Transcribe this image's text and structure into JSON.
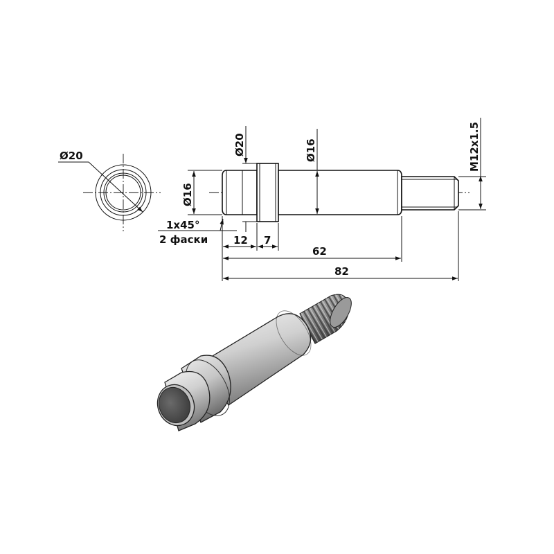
{
  "drawing": {
    "diameter_end_view": "Ø20",
    "diameter_collar": "Ø20",
    "diameter_shaft": "Ø16",
    "diameter_head": "Ø16",
    "thread": "M12x1.5",
    "chamfer": "1x45°",
    "chamfer_note": "2 фаски",
    "length_head": "12",
    "length_collar": "7",
    "length_to_shoulder": "62",
    "length_total": "82"
  },
  "colors": {
    "line": "#111111",
    "metal_light": "#e2e2e2",
    "metal_mid": "#bdbdbd",
    "metal_dark": "#6f6f6f",
    "end_face": "#555555"
  }
}
